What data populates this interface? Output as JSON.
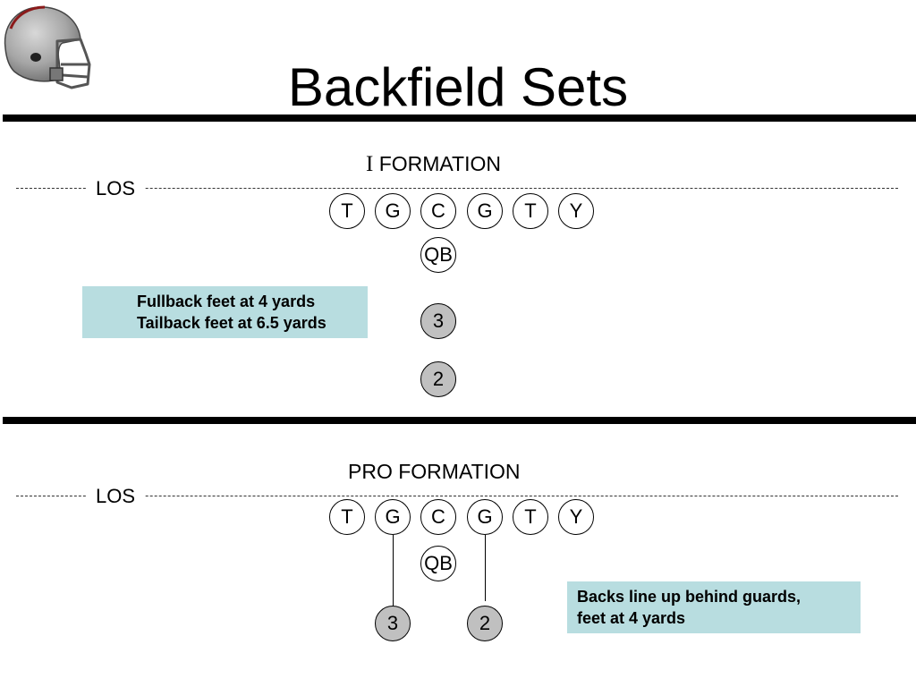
{
  "slide": {
    "title": "Backfield Sets"
  },
  "logo": {
    "icon": "football-helmet-icon"
  },
  "i_formation": {
    "title_prefix": "I",
    "title_suffix": " FORMATION",
    "los_label": "LOS",
    "line": [
      "T",
      "G",
      "C",
      "G",
      "T",
      "Y"
    ],
    "qb": "QB",
    "fullback": "3",
    "tailback": "2",
    "note": {
      "line1": "Fullback feet at 4 yards",
      "line2": "Tailback feet at 6.5 yards"
    }
  },
  "pro_formation": {
    "title": "PRO FORMATION",
    "los_label": "LOS",
    "line": [
      "T",
      "G",
      "C",
      "G",
      "T",
      "Y"
    ],
    "qb": "QB",
    "left_back": "3",
    "right_back": "2",
    "note": {
      "line1": "Backs line up behind guards,",
      "line2": "feet at 4 yards"
    }
  },
  "colors": {
    "back_fill": "#c0c0c0",
    "note_fill": "#b8dde0",
    "helmet_shell": "#a6a6a6",
    "helmet_trim": "#8b1a1a"
  }
}
